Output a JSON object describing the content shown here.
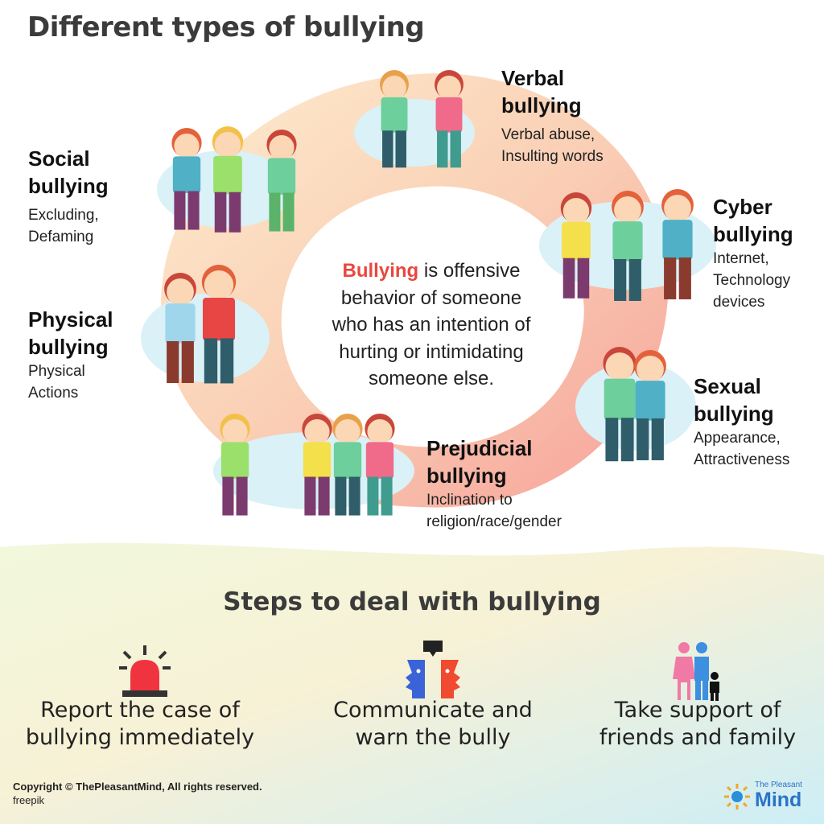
{
  "title": "Different types of bullying",
  "center": {
    "highlight": "Bullying",
    "lines": [
      "is offensive",
      "behavior of someone",
      "who has an intention of",
      "hurting or intimidating",
      "someone else."
    ]
  },
  "types": [
    {
      "key": "verbal",
      "title": [
        "Verbal",
        "bullying"
      ],
      "desc": [
        "Verbal abuse,",
        "Insulting words"
      ]
    },
    {
      "key": "social",
      "title": [
        "Social",
        "bullying"
      ],
      "desc": [
        "Excluding,",
        "Defaming"
      ]
    },
    {
      "key": "cyber",
      "title": [
        "Cyber",
        "bullying"
      ],
      "desc": [
        "Internet,",
        "Technology",
        "devices"
      ]
    },
    {
      "key": "physical",
      "title": [
        "Physical",
        "bullying"
      ],
      "desc": [
        "Physical",
        "Actions"
      ]
    },
    {
      "key": "sexual",
      "title": [
        "Sexual",
        "bullying"
      ],
      "desc": [
        "Appearance,",
        "Attractiveness"
      ]
    },
    {
      "key": "prejudicial",
      "title": [
        "Prejudicial",
        "bullying"
      ],
      "desc": [
        "Inclination to",
        "religion/race/gender"
      ]
    }
  ],
  "steps_title": "Steps to deal with bullying",
  "steps": [
    {
      "icon": "siren-icon",
      "lines": [
        "Report the case of",
        "bullying immediately"
      ]
    },
    {
      "icon": "talking-faces-icon",
      "lines": [
        "Communicate and",
        "warn the bully"
      ]
    },
    {
      "icon": "family-icon",
      "lines": [
        "Take support of",
        "friends and family"
      ]
    }
  ],
  "footer": {
    "copyright": "Copyright © ThePleasantMind, All rights reserved.",
    "credit": "freepik",
    "logo_small": "The Pleasant",
    "logo_big": "Mind"
  },
  "colors": {
    "accent": "#e8483f",
    "ring": "#f7a39a",
    "ring_light": "#fde7c8",
    "logo": "#2b73c8"
  }
}
